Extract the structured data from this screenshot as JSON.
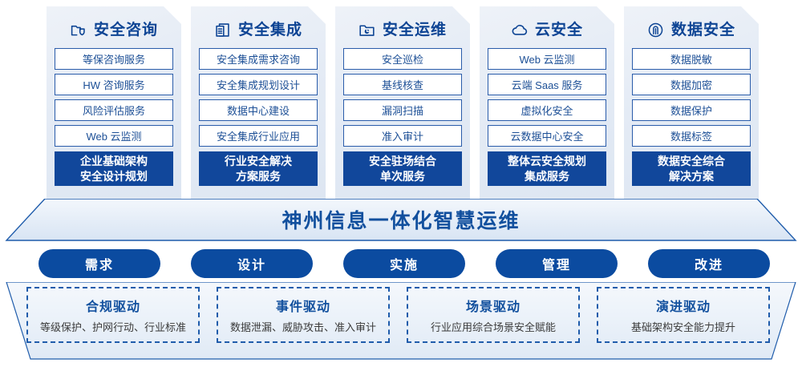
{
  "columns": [
    {
      "icon": "folder-shield-icon",
      "title": "安全咨询",
      "items": [
        "等保咨询服务",
        "HW 咨询服务",
        "风险评估服务",
        "Web 云监测"
      ],
      "highlight": {
        "line1": "企业基础架构",
        "line2": "安全设计规划"
      }
    },
    {
      "icon": "stacked-documents-icon",
      "title": "安全集成",
      "items": [
        "安全集成需求咨询",
        "安全集成规划设计",
        "数据中心建设",
        "安全集成行业应用"
      ],
      "highlight": {
        "line1": "行业安全解决",
        "line2": "方案服务"
      }
    },
    {
      "icon": "folder-chart-icon",
      "title": "安全运维",
      "items": [
        "安全巡检",
        "基线核查",
        "漏洞扫描",
        "准入审计"
      ],
      "highlight": {
        "line1": "安全驻场结合",
        "line2": "单次服务"
      }
    },
    {
      "icon": "cloud-icon",
      "title": "云安全",
      "items": [
        "Web 云监测",
        "云端 Saas 服务",
        "虚拟化安全",
        "云数据中心安全"
      ],
      "highlight": {
        "line1": "整体云安全规划",
        "line2": "集成服务"
      }
    },
    {
      "icon": "fingerprint-icon",
      "title": "数据安全",
      "items": [
        "数据脱敏",
        "数据加密",
        "数据保护",
        "数据标签"
      ],
      "highlight": {
        "line1": "数据安全综合",
        "line2": "解决方案"
      }
    }
  ],
  "banner": {
    "text": "神州信息一体化智慧运维"
  },
  "phases": [
    "需求",
    "设计",
    "实施",
    "管理",
    "改进"
  ],
  "drivers": [
    {
      "title": "合规驱动",
      "subtitle": "等级保护、护网行动、行业标准"
    },
    {
      "title": "事件驱动",
      "subtitle": "数据泄漏、威胁攻击、准入审计"
    },
    {
      "title": "场景驱动",
      "subtitle": "行业应用综合场景安全赋能"
    },
    {
      "title": "演进驱动",
      "subtitle": "基础架构安全能力提升"
    }
  ],
  "colors": {
    "primary_blue": "#11479b",
    "title_blue": "#0d4494",
    "item_border": "#2a5caa",
    "pill_blue": "#0b4ba0",
    "dashed_border": "#1f5cab"
  }
}
